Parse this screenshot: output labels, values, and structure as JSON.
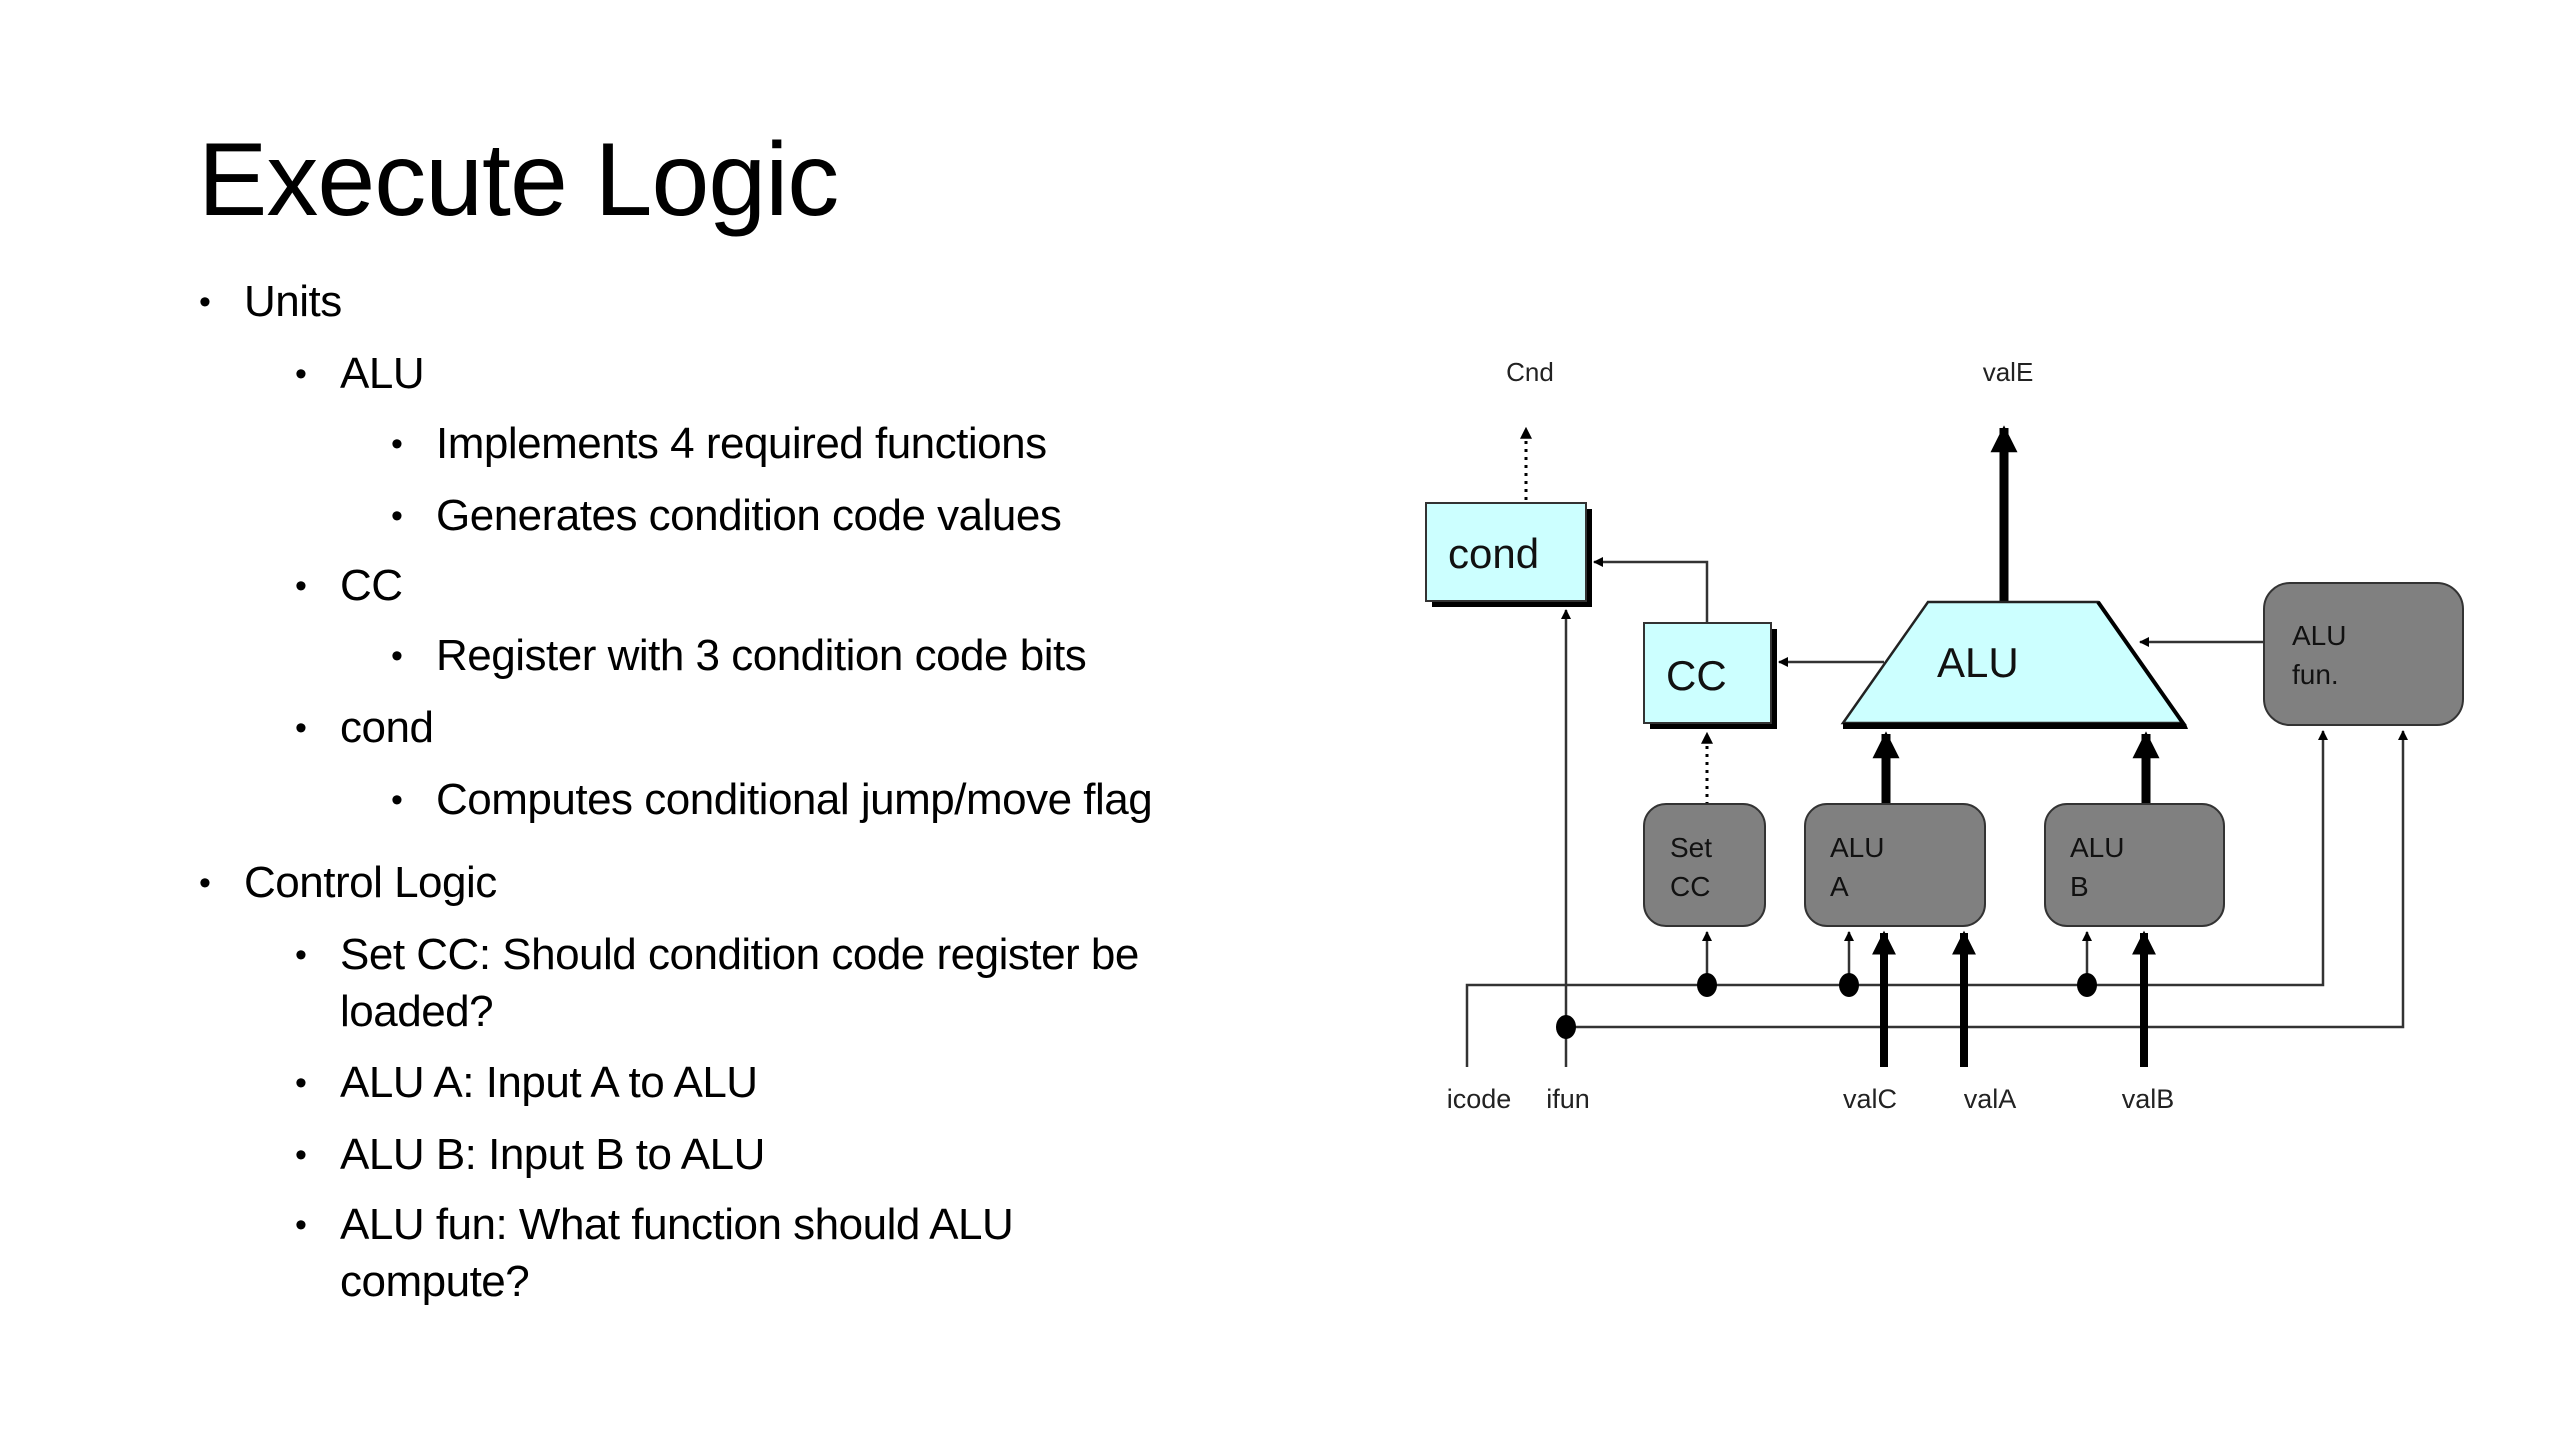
{
  "slide": {
    "title": "Execute Logic",
    "bullets": [
      {
        "level": 1,
        "text": "Units"
      },
      {
        "level": 2,
        "text": "ALU"
      },
      {
        "level": 3,
        "text": "Implements 4 required functions"
      },
      {
        "level": 3,
        "text": "Generates condition code values"
      },
      {
        "level": 2,
        "text": "CC"
      },
      {
        "level": 3,
        "text": "Register with 3 condition code bits"
      },
      {
        "level": 2,
        "text": "cond"
      },
      {
        "level": 3,
        "text": "Computes conditional jump/move flag"
      },
      {
        "level": 1,
        "text": "Control Logic"
      },
      {
        "level": 2,
        "text": "Set CC: Should condition code register be",
        "continuation": "loaded?"
      },
      {
        "level": 2,
        "text": "ALU A: Input A to ALU"
      },
      {
        "level": 2,
        "text": "ALU B: Input B to ALU"
      },
      {
        "level": 2,
        "text": "ALU fun: What function should ALU",
        "continuation": "compute?"
      }
    ],
    "bullet_glyph": "•"
  },
  "diagram": {
    "colors": {
      "unit_fill": "#ccffff",
      "control_fill": "#808080",
      "line": "#000000",
      "shadow": "#000000"
    },
    "units": {
      "cond": "cond",
      "cc": "CC",
      "alu": "ALU"
    },
    "control_blocks": {
      "set_cc": [
        "Set",
        "CC"
      ],
      "alu_a": [
        "ALU",
        "A"
      ],
      "alu_b": [
        "ALU",
        "B"
      ],
      "alu_fun": [
        "ALU",
        "fun."
      ]
    },
    "outputs": {
      "cnd": "Cnd",
      "vale": "valE"
    },
    "inputs": {
      "icode": "icode",
      "ifun": "ifun",
      "valc": "valC",
      "vala": "valA",
      "valb": "valB"
    }
  }
}
